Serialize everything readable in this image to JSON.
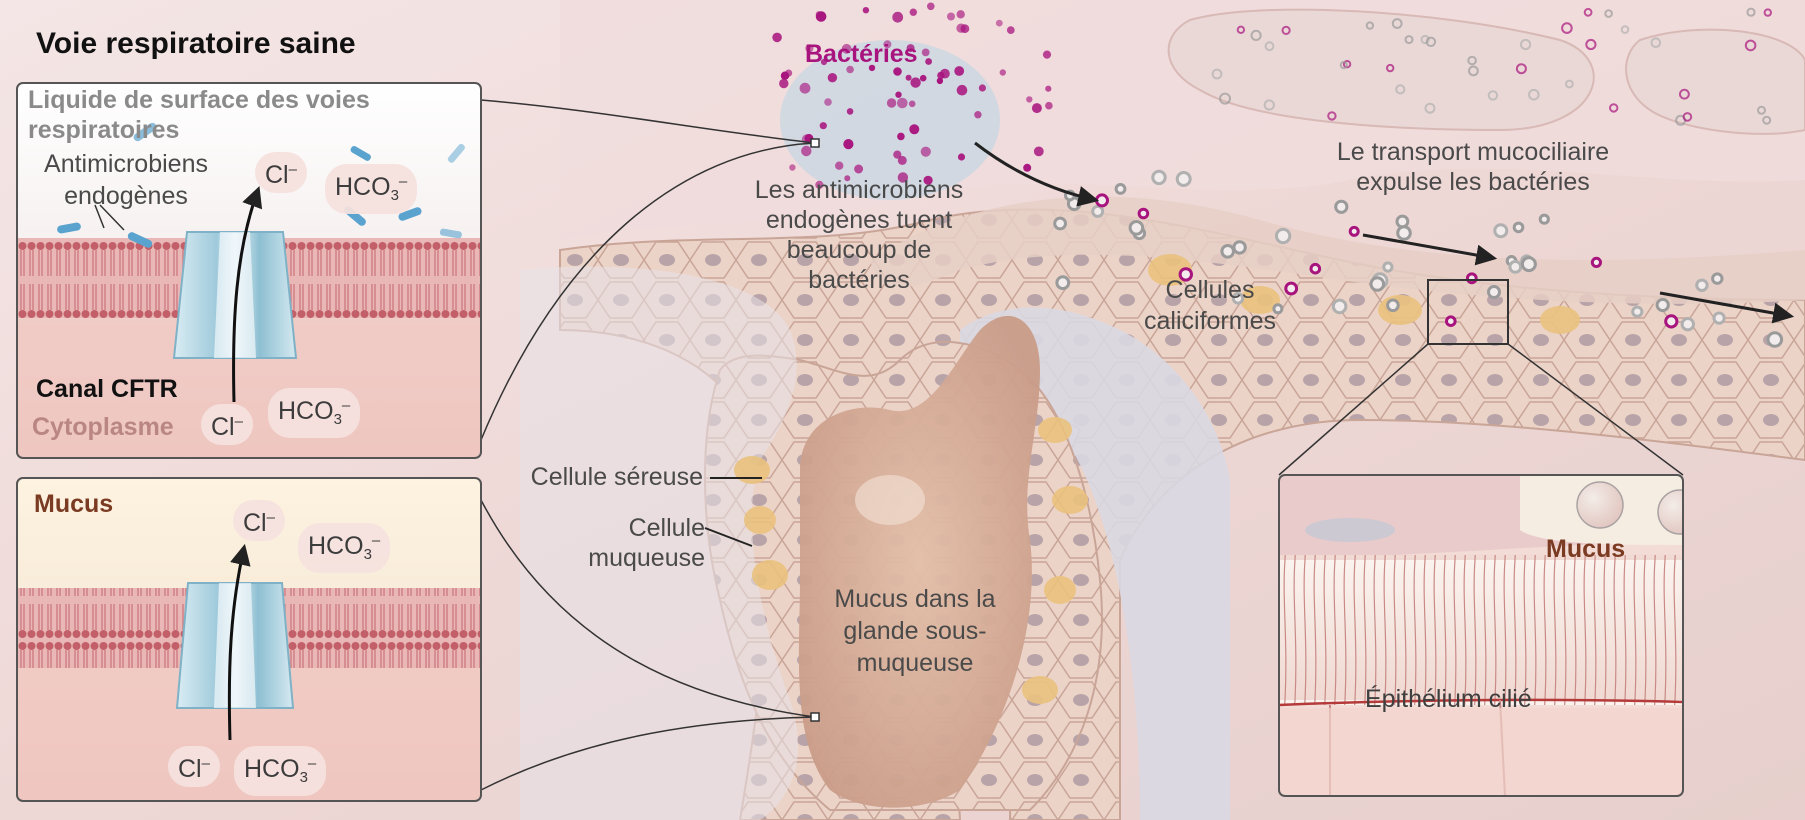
{
  "title": "Voie respiratoire saine",
  "bacteria_label": "Bactéries",
  "panel_top": {
    "surface_liquid": "Liquide de surface des voies respiratoires",
    "antimicrobials": "Antimicrobiens endogènes",
    "channel": "Canal CFTR",
    "cytoplasm": "Cytoplasme",
    "ion_cl": "Cl",
    "ion_hco3": "HCO",
    "ion_sub": "3",
    "ion_charge": "–"
  },
  "panel_bottom": {
    "mucus": "Mucus",
    "ion_cl": "Cl",
    "ion_hco3": "HCO",
    "ion_sub": "3",
    "ion_charge": "–"
  },
  "labels": {
    "antimicrobials_kill": "Les antimicrobiens endogènes tuent beaucoup de bactéries",
    "serous_cell": "Cellule séreuse",
    "mucous_cell": "Cellule muqueuse",
    "gland_mucus": "Mucus dans la glande sous-muqueuse",
    "goblet_cells": "Cellules caliciformes",
    "mucociliary": "Le transport mucociliaire expulse les bactéries"
  },
  "panel_right": {
    "mucus": "Mucus",
    "ciliated": "Épithélium cilié"
  },
  "colors": {
    "bacteria": "#a8147e",
    "mucus_label": "#7b3b23",
    "cytoplasm_label": "#b98683",
    "membrane": "#c06a72",
    "title": "#111111"
  }
}
